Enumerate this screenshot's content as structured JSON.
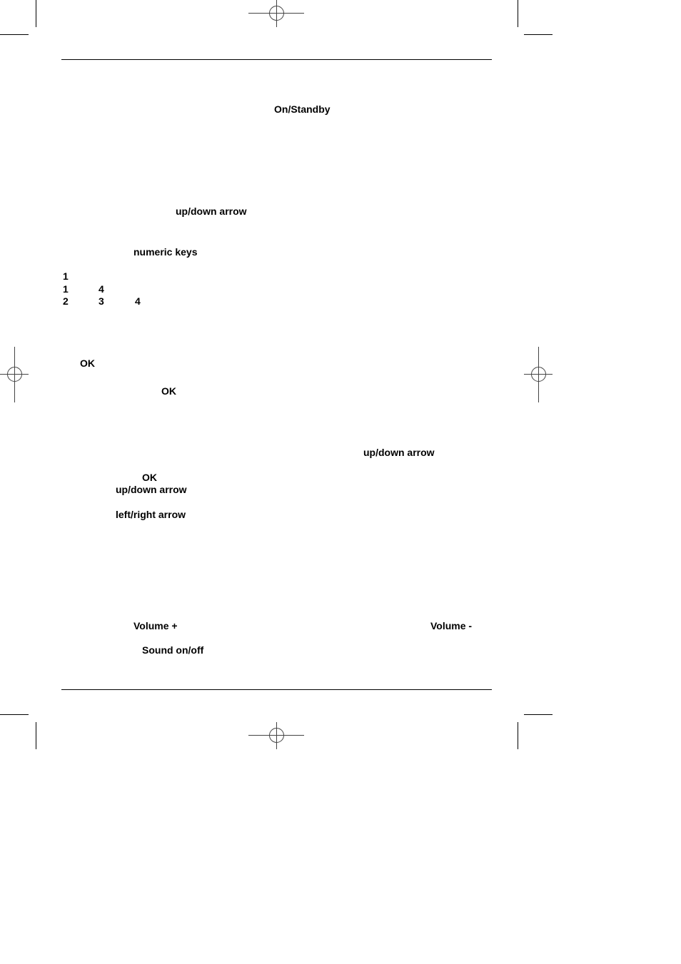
{
  "page": {
    "keywords": {
      "on_standby": "On/Standby",
      "up_down_arrow_1": "up/down arrow",
      "numeric_keys": "numeric keys",
      "ok_1": "OK",
      "ok_2": "OK",
      "up_down_arrow_2": "up/down arrow",
      "ok_3": "OK",
      "up_down_arrow_3": "up/down arrow",
      "left_right_arrow": "left/right arrow",
      "volume_plus": "Volume +",
      "volume_minus": "Volume -",
      "sound_on_off": "Sound on/off"
    },
    "digits": {
      "row1": [
        "1"
      ],
      "row2": [
        "1",
        "4"
      ],
      "row3": [
        "2",
        "3",
        "4"
      ]
    }
  }
}
